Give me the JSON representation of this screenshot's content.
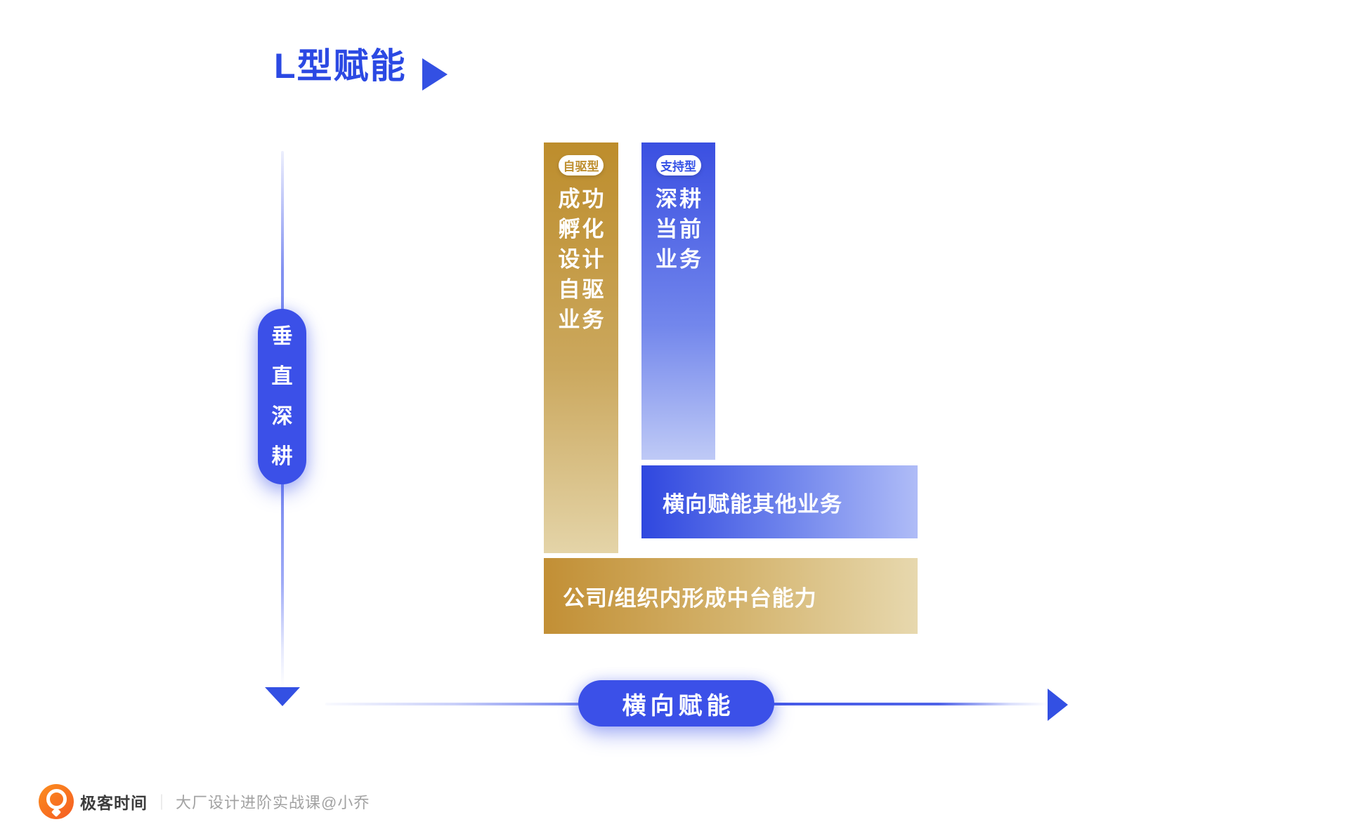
{
  "title": {
    "text": "L型赋能"
  },
  "axes": {
    "vertical": {
      "label": "垂直深耕"
    },
    "horizontal": {
      "label": "横向赋能"
    }
  },
  "bars": {
    "self_driven": {
      "badge": "自驱型",
      "lines": [
        "成功",
        "孵化",
        "设计",
        "自驱",
        "业务"
      ]
    },
    "support": {
      "badge": "支持型",
      "lines": [
        "深耕",
        "当前",
        "业务"
      ]
    },
    "horizontal_enable": {
      "label": "横向赋能其他业务"
    },
    "middle_platform": {
      "label": "公司/组织内形成中台能力"
    }
  },
  "footer": {
    "brand": "极客时间",
    "separator": "｜",
    "course": "大厂设计进阶实战课@小乔"
  },
  "colors": {
    "accent_blue": "#3350E3",
    "blue_gradient_light": "#B8C4F7",
    "gold": "#BE8E2E",
    "gold_gradient_light": "#E6D6AC",
    "brand_orange": "#F86A1C",
    "text_dark": "#3C3C3C",
    "text_gray": "#A2A2A2"
  }
}
